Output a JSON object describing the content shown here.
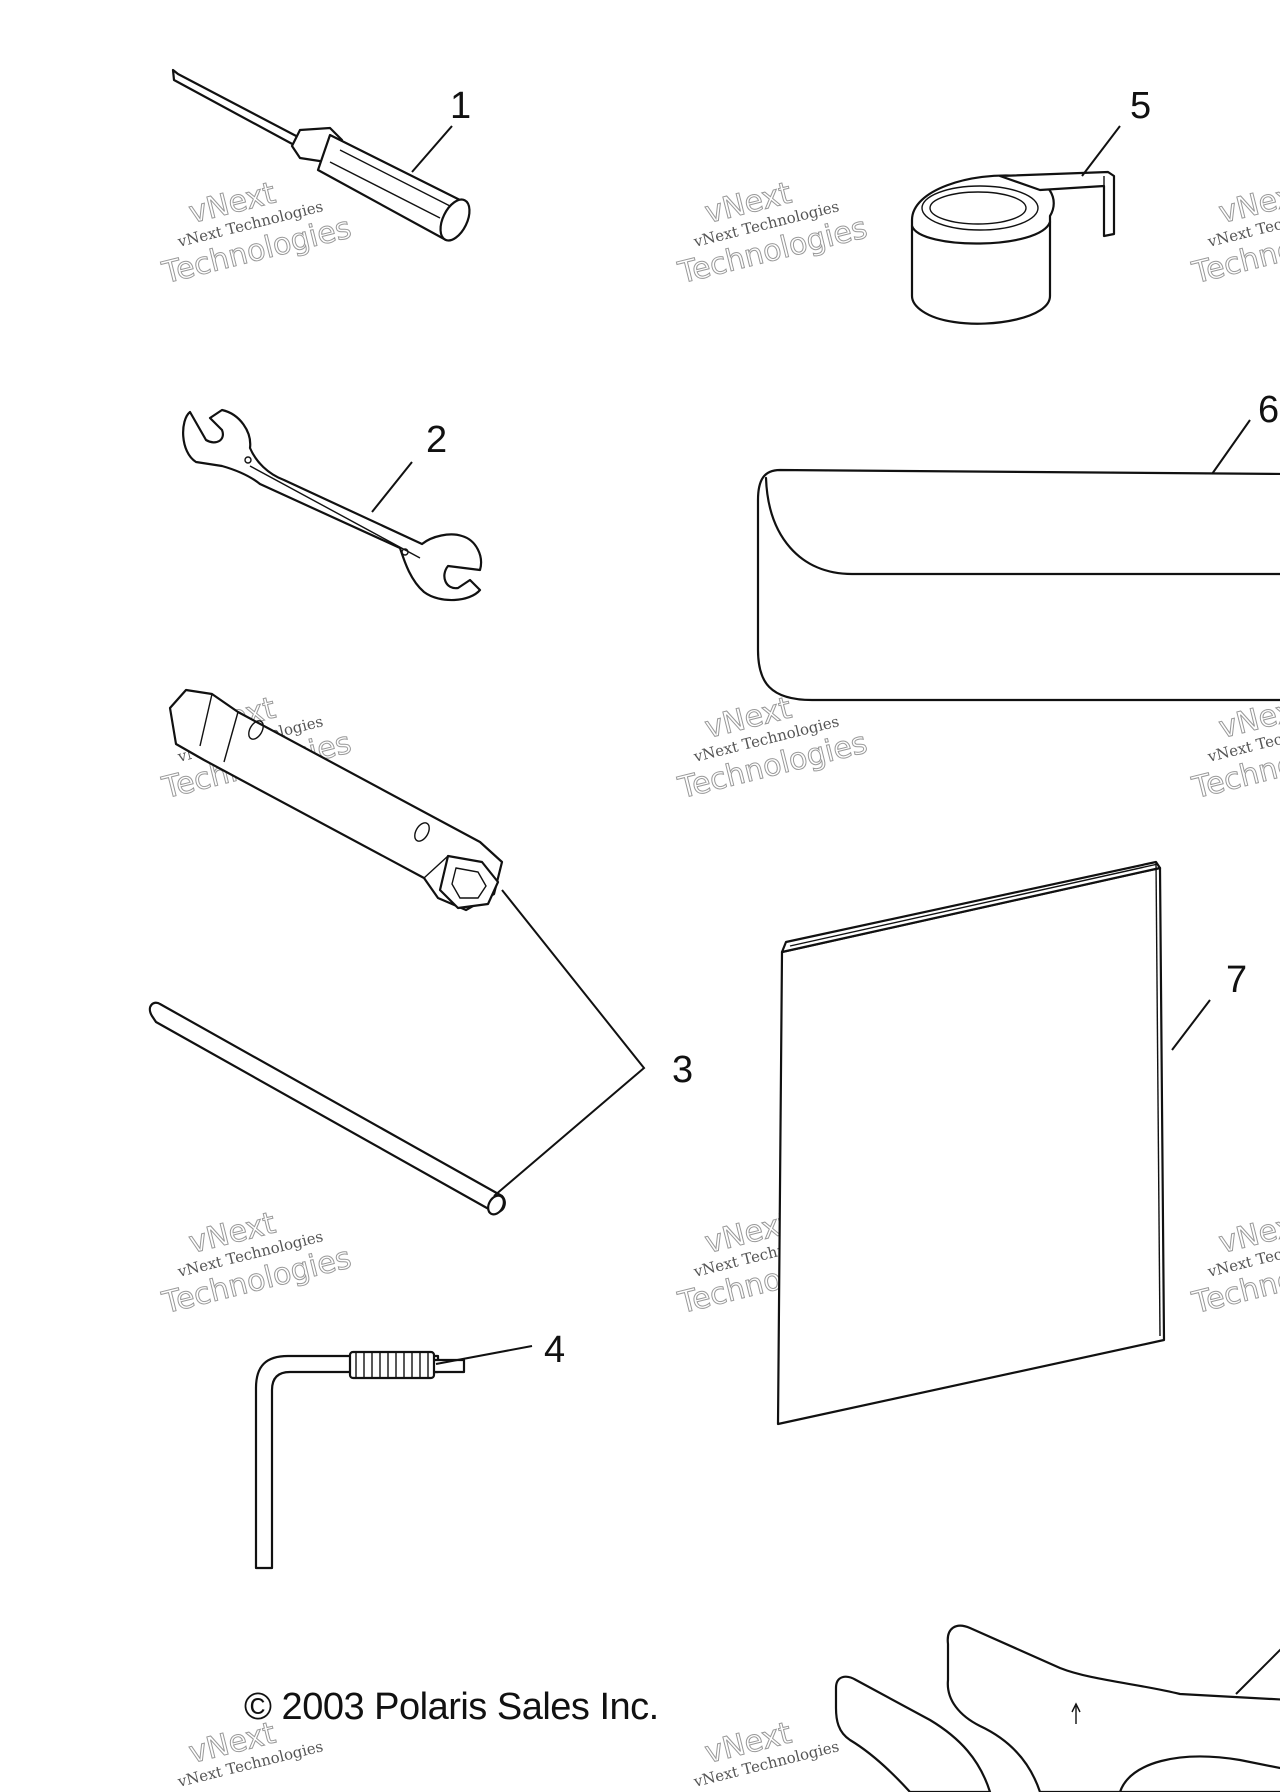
{
  "callouts": [
    "1",
    "2",
    "3",
    "4",
    "5",
    "6",
    "7"
  ],
  "copyright": "© 2003 Polaris Sales Inc.",
  "watermark": {
    "line_small": "vNext Technologies",
    "line_big_top": "vNext",
    "line_big_bottom": "Technologies"
  },
  "parts": [
    "screwdriver",
    "open-end-wrench",
    "tube-wrench-with-bar",
    "hex-key",
    "tape-roll",
    "tool-pouch",
    "owners-manual",
    "spanner-wrench"
  ]
}
